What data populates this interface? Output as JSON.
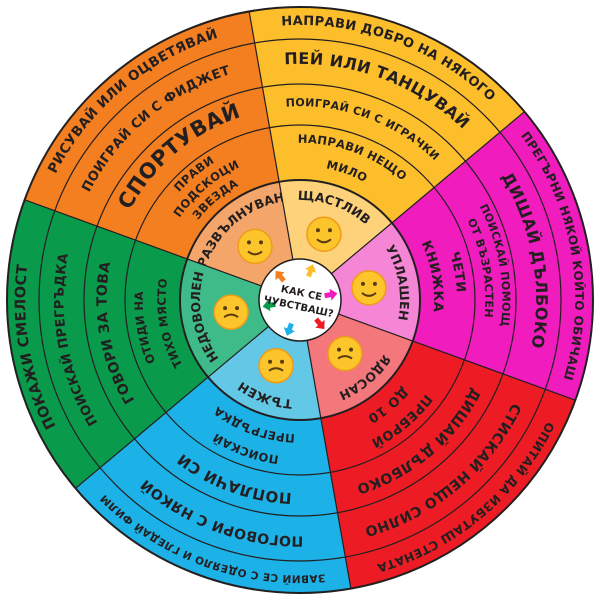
{
  "center": {
    "line1": "КАК СЕ",
    "line2": "ЧУВСТВАШ?"
  },
  "sectors": [
    {
      "id": "excited",
      "emotion": "РАЗВЪЛНУВАН",
      "color": "#f47f20",
      "light": "#f4a66a",
      "arrow": "#f47f20",
      "rings": [
        [
          "ПРАВИ",
          "ПОДСКОЦИ",
          "ЗВЕЗДА"
        ],
        [
          "СПОРТУВАЙ"
        ],
        [
          "ПОИГРАЙ СИ С ФИДЖЕТ"
        ],
        [
          "РИСУВАЙ ИЛИ ОЦВЕТЯВАЙ"
        ]
      ]
    },
    {
      "id": "happy",
      "emotion": "ЩАСТЛИВ",
      "color": "#fdbe2c",
      "light": "#fdd27a",
      "arrow": "#fdbe2c",
      "rings": [
        [
          "НАПРАВИ НЕЩО",
          "МИЛО"
        ],
        [
          "ПОИГРАЙ СИ С ИГРАЧКИ"
        ],
        [
          "ПЕЙ ИЛИ ТАНЦУВАЙ"
        ],
        [
          "НАПРАВИ ДОБРО НА НЯКОГО"
        ]
      ]
    },
    {
      "id": "scared",
      "emotion": "УПЛАШЕН",
      "color": "#f01cbd",
      "light": "#f586d5",
      "arrow": "#f01cbd",
      "rings": [
        [
          "ЧЕТИ",
          "КНИЖКА"
        ],
        [
          "ПОИСКАЙ ПОМОЩ",
          "ОТ ВЪЗРАСТЕН"
        ],
        [
          "ДИШАЙ ДЪЛБОКО"
        ],
        [
          "ПРЕГЪРНИ НЯКОЙ КОЙТО ОБИЧАШ"
        ]
      ]
    },
    {
      "id": "angry",
      "emotion": "ЯДОСАН",
      "color": "#ed1c24",
      "light": "#f4777c",
      "arrow": "#ed1c24",
      "rings": [
        [
          "ПРЕБРОЙ",
          "ДО 10"
        ],
        [
          "ДИШАЙ ДЪЛБОКО"
        ],
        [
          "СТИСКАЙ НЕЩО СИЛНО"
        ],
        [
          "ОПИТАЙ ДА ИЗБУТАШ СТЕНАТА"
        ]
      ]
    },
    {
      "id": "sad",
      "emotion": "ТЪЖЕН",
      "color": "#1cb1e7",
      "light": "#63c7e6",
      "arrow": "#1cb1e7",
      "rings": [
        [
          "ПОИСКАЙ",
          "ПРЕГРЪДКА"
        ],
        [
          "ПОПЛАЧИ СИ"
        ],
        [
          "ПОГОВОРИ С НЯКОЙ"
        ],
        [
          "ЗАВИЙ СЕ С ОДЕЯЛО И ГЛЕДАЙ ФИЛМ"
        ]
      ]
    },
    {
      "id": "displeased",
      "emotion": "НЕДОВОЛЕН",
      "color": "#0a9a4b",
      "light": "#3fbb8a",
      "arrow": "#0a9a4b",
      "rings": [
        [
          "ОТИДИ НА",
          "ТИХО МЯСТО"
        ],
        [
          "ГОВОРИ ЗА ТОВА"
        ],
        [
          "ПОИСКАЙ ПРЕГРЪДКА"
        ],
        [
          "ПОКАЖИ СМЕЛОСТ"
        ]
      ]
    }
  ]
}
